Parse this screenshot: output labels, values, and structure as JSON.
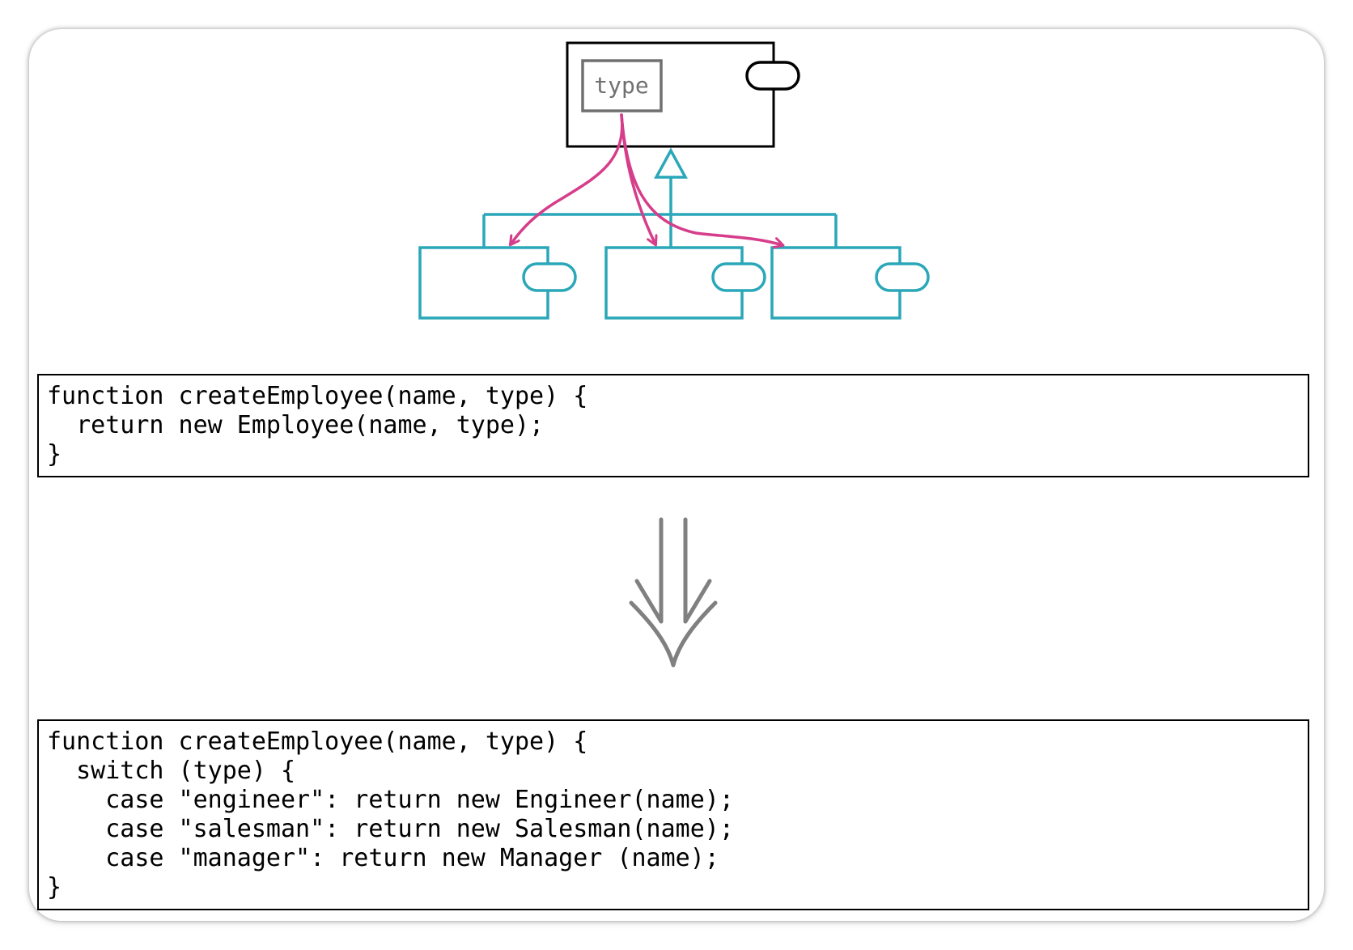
{
  "diagram": {
    "superclass": {
      "field_label": "type"
    },
    "colors": {
      "superclass_stroke": "#000000",
      "field_stroke": "#707070",
      "subclass_stroke": "#2aa7b8",
      "dependency_arrow": "#d63d8a",
      "transform_arrow": "#808080"
    }
  },
  "code_before": {
    "lines": [
      "function createEmployee(name, type) {",
      "  return new Employee(name, type);",
      "}"
    ]
  },
  "code_after": {
    "lines": [
      "function createEmployee(name, type) {",
      "  switch (type) {",
      "    case \"engineer\": return new Engineer(name);",
      "    case \"salesman\": return new Salesman(name);",
      "    case \"manager\": return new Manager (name);",
      "}"
    ]
  }
}
